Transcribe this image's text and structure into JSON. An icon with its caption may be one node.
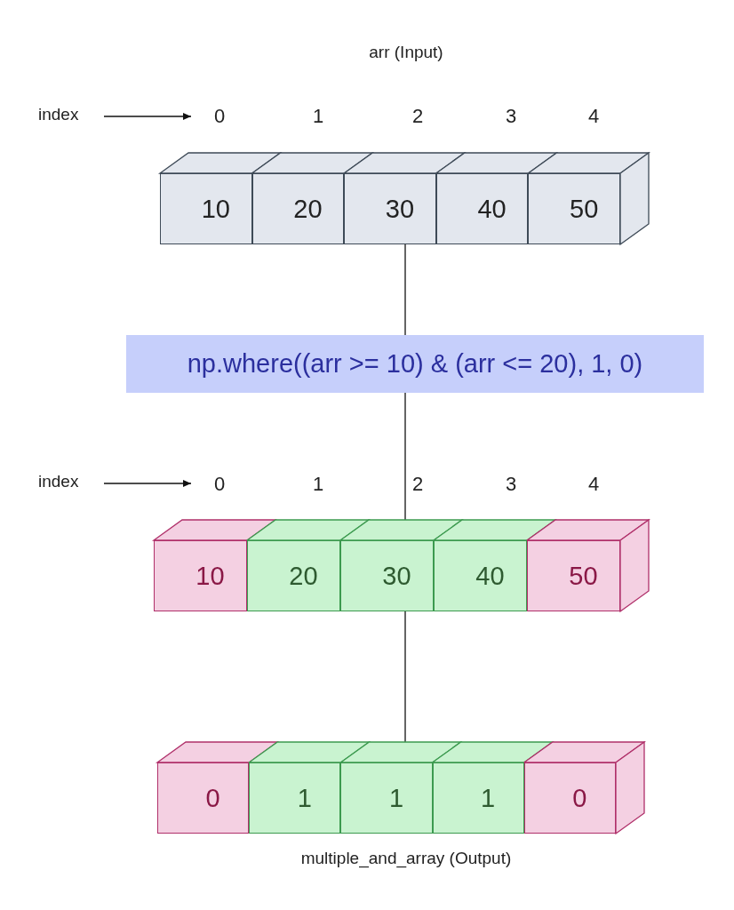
{
  "diagram": {
    "nodes": [
      {
        "text": [
          "index"
        ]
      },
      {
        "text": [
          "10"
        ]
      },
      {
        "text": [
          "20"
        ]
      },
      {
        "text": [
          "30"
        ]
      },
      {
        "text": [
          "40"
        ]
      },
      {
        "text": [
          "50"
        ]
      },
      {
        "text": [
          "np.where((arr >= 10) & (arr <= 20), 1, 0)"
        ]
      },
      {
        "text": [
          "index"
        ]
      },
      {
        "text": [
          "10"
        ]
      },
      {
        "text": [
          "20"
        ]
      },
      {
        "text": [
          "30"
        ]
      },
      {
        "text": [
          "40"
        ]
      },
      {
        "text": [
          "50"
        ]
      },
      {
        "text": [
          "0"
        ]
      },
      {
        "text": [
          "1"
        ]
      },
      {
        "text": [
          "1"
        ]
      },
      {
        "text": [
          "1"
        ]
      },
      {
        "text": [
          "0"
        ]
      }
    ],
    "edges": [
      {
        "from": 0,
        "to": null,
        "arrow": "to"
      },
      {
        "from": 3,
        "to": 6,
        "arrow": "none"
      },
      {
        "from": 6,
        "to": 10,
        "arrow": "none"
      },
      {
        "from": 7,
        "to": null,
        "arrow": "to"
      },
      {
        "from": 10,
        "to": 15,
        "arrow": "to"
      }
    ],
    "labels": [
      "arr (Input)",
      "0",
      "1",
      "2",
      "3",
      "4",
      "0",
      "1",
      "2",
      "3",
      "4",
      "multiple_and_array (Output)"
    ]
  }
}
